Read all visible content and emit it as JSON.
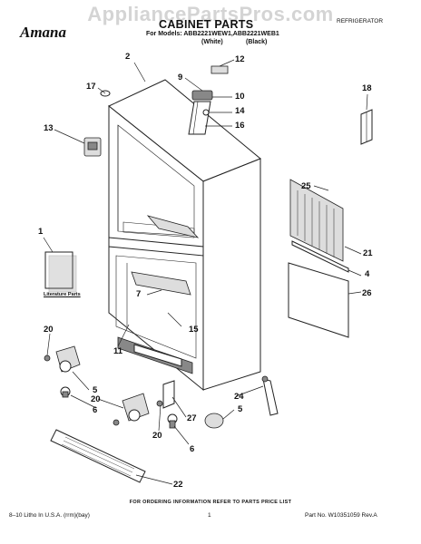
{
  "watermark": "AppliancePartsPros.com",
  "brand": "Amana",
  "title": "CABINET PARTS",
  "models_line": "For Models: ABB2221WEW1,ABB2221WEB1",
  "variant_white": "(White)",
  "variant_black": "(Black)",
  "category": "REFRIGERATOR",
  "literature_label": "Literature Parts",
  "callouts": {
    "c1": "1",
    "c2": "2",
    "c4": "4",
    "c5a": "5",
    "c5b": "5",
    "c6a": "6",
    "c6b": "6",
    "c7": "7",
    "c9": "9",
    "c10": "10",
    "c11": "11",
    "c12": "12",
    "c13": "13",
    "c14": "14",
    "c15": "15",
    "c16": "16",
    "c17": "17",
    "c18": "18",
    "c20a": "20",
    "c20b": "20",
    "c20c": "20",
    "c21": "21",
    "c22": "22",
    "c24": "24",
    "c25": "25",
    "c26": "26",
    "c27": "27"
  },
  "footer_note": "FOR ORDERING INFORMATION REFER TO PARTS PRICE LIST",
  "footer_left": "8–10 Litho In U.S.A. (rrm)(bay)",
  "footer_center": "1",
  "footer_right": "Part No. W10351059 Rev.A"
}
